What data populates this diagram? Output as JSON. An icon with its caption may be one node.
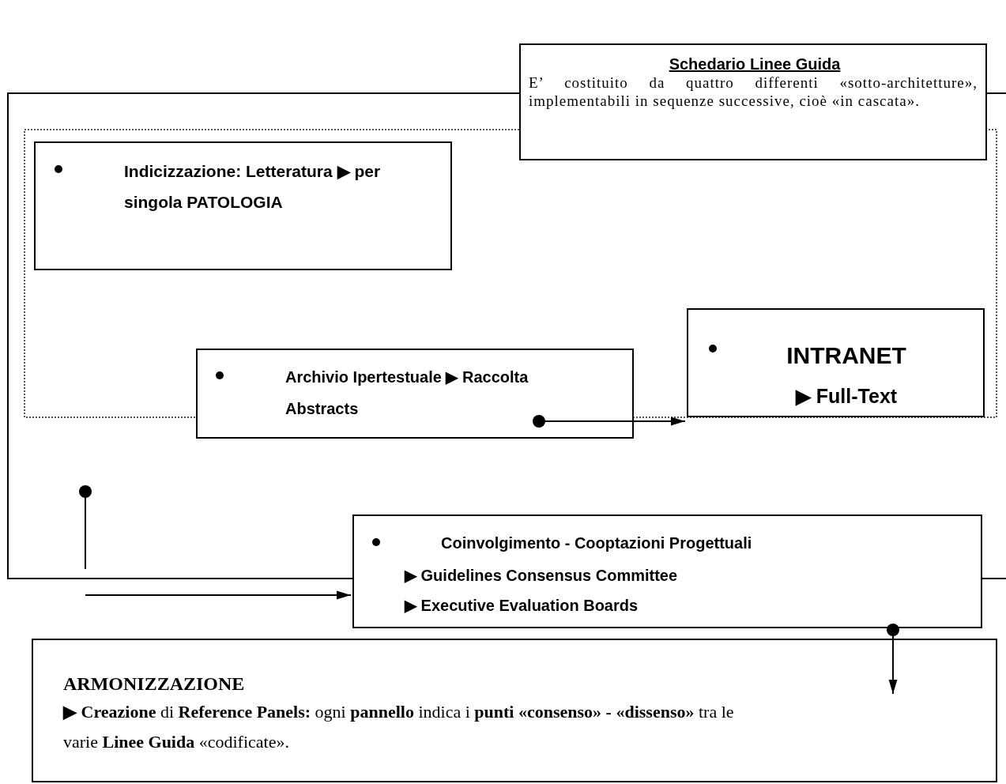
{
  "diagram": {
    "nodes": [
      {
        "text": [],
        "shape": "box"
      },
      {
        "text": [],
        "shape": "box",
        "in": 0
      },
      {
        "text": [
          "Schedario Linee Guida",
          "E’ costituito da quattro differenti «sotto-architetture», implementabili in sequenze successive, cioè «in cascata»."
        ]
      },
      {
        "text": [
          "**Indicizzazione**: **Letteratura ▶ per singola PATOLOGIA**"
        ],
        "in": 1
      },
      {
        "text": [
          "Archivio Ipertestuale ▶ Raccolta Abstracts"
        ],
        "in": 0
      },
      {
        "text": [
          "INTRANET",
          "▶ Full-Text"
        ],
        "in": 1
      },
      {
        "text": [
          "**Coinvolgimento** - **Cooptazioni Progettuali**",
          "▶ Guidelines Consensus Committee",
          "▶ Executive Evaluation Boards"
        ]
      },
      {
        "text": [
          "ARMONIZZAZIONE",
          "**▶ Creazione** di **Reference Panels:** ogni **pannello** indica i **punti «consenso» - «dissenso»** tra le varie **Linee Guida** «codificate»."
        ]
      }
    ],
    "edges": [
      {
        "from": 4,
        "to": 5,
        "arrow": "to"
      },
      {
        "from": null,
        "to": 6,
        "arrow": "to"
      },
      {
        "from": 6,
        "to": 7,
        "arrow": "to"
      }
    ]
  }
}
